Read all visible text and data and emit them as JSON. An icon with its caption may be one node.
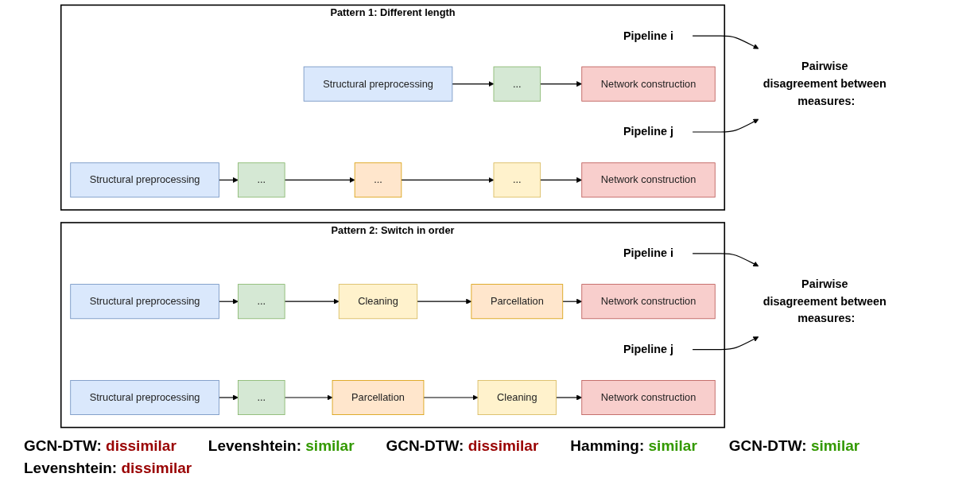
{
  "diagram": {
    "nodes": [
      {
        "text": [
          "Pattern 1: Different length"
        ]
      },
      {
        "text": [
          "Pipeline i"
        ],
        "in": 0
      },
      {
        "text": [
          "Structural preprocessing"
        ],
        "in": 0
      },
      {
        "text": [
          "..."
        ],
        "in": 0
      },
      {
        "text": [
          "Network construction"
        ],
        "in": 0
      },
      {
        "text": [
          "Pipeline j"
        ],
        "in": 0
      },
      {
        "text": [
          "Structural preprocessing"
        ],
        "in": 0
      },
      {
        "text": [
          "..."
        ],
        "in": 0
      },
      {
        "text": [
          "..."
        ],
        "in": 0
      },
      {
        "text": [
          "..."
        ],
        "in": 0
      },
      {
        "text": [
          "Network construction"
        ],
        "in": 0
      },
      {
        "text": [
          "Pairwise disagreement between measures:"
        ]
      },
      {
        "text": [
          "Pattern 2: Switch in order"
        ]
      },
      {
        "text": [
          "Pipeline i"
        ],
        "in": 12
      },
      {
        "text": [
          "Structural preprocessing"
        ],
        "in": 12
      },
      {
        "text": [
          "..."
        ],
        "in": 12
      },
      {
        "text": [
          "Cleaning"
        ],
        "in": 12
      },
      {
        "text": [
          "Parcellation"
        ],
        "in": 12
      },
      {
        "text": [
          "Network construction"
        ],
        "in": 12
      },
      {
        "text": [
          "Pipeline j"
        ],
        "in": 12
      },
      {
        "text": [
          "Structural preprocessing"
        ],
        "in": 12
      },
      {
        "text": [
          "..."
        ],
        "in": 12
      },
      {
        "text": [
          "Parcellation"
        ],
        "in": 12
      },
      {
        "text": [
          "Cleaning"
        ],
        "in": 12
      },
      {
        "text": [
          "Network construction"
        ],
        "in": 12
      },
      {
        "text": [
          "Pairwise disagreement between measures:"
        ]
      }
    ],
    "edges": [
      {
        "from": 2,
        "to": 3,
        "arrow": "to"
      },
      {
        "from": 3,
        "to": 4,
        "arrow": "to"
      },
      {
        "from": 6,
        "to": 7,
        "arrow": "to"
      },
      {
        "from": 7,
        "to": 8,
        "arrow": "to"
      },
      {
        "from": 8,
        "to": 9,
        "arrow": "to"
      },
      {
        "from": 9,
        "to": 10,
        "arrow": "to"
      },
      {
        "from": 1,
        "to": 11,
        "arrow": "to"
      },
      {
        "from": 5,
        "to": 11,
        "arrow": "to"
      },
      {
        "from": 14,
        "to": 15,
        "arrow": "to"
      },
      {
        "from": 15,
        "to": 16,
        "arrow": "to"
      },
      {
        "from": 16,
        "to": 17,
        "arrow": "to"
      },
      {
        "from": 17,
        "to": 18,
        "arrow": "to"
      },
      {
        "from": 20,
        "to": 21,
        "arrow": "to"
      },
      {
        "from": 21,
        "to": 22,
        "arrow": "to"
      },
      {
        "from": 22,
        "to": 23,
        "arrow": "to"
      },
      {
        "from": 23,
        "to": 24,
        "arrow": "to"
      },
      {
        "from": 13,
        "to": 25,
        "arrow": "to"
      },
      {
        "from": 19,
        "to": 25,
        "arrow": "to"
      }
    ],
    "labels": [
      "GCN-DTW: dissimilar",
      "Levenshtein: similar",
      "GCN-DTW: dissimilar",
      "Hamming: similar",
      "GCN-DTW: similar",
      "Levenshtein: dissimilar"
    ]
  }
}
